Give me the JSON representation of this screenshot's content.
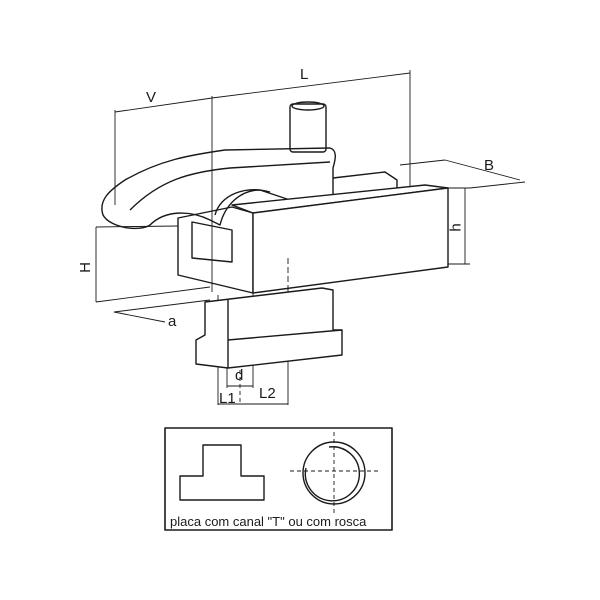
{
  "dimensions": {
    "V": "V",
    "L": "L",
    "B": "B",
    "h": "h",
    "H": "H",
    "a": "a",
    "d": "d",
    "L1": "L1",
    "L2": "L2"
  },
  "caption": "placa com canal \"T\" ou com rosca",
  "colors": {
    "line": "#1a1a1a",
    "background": "#ffffff"
  }
}
